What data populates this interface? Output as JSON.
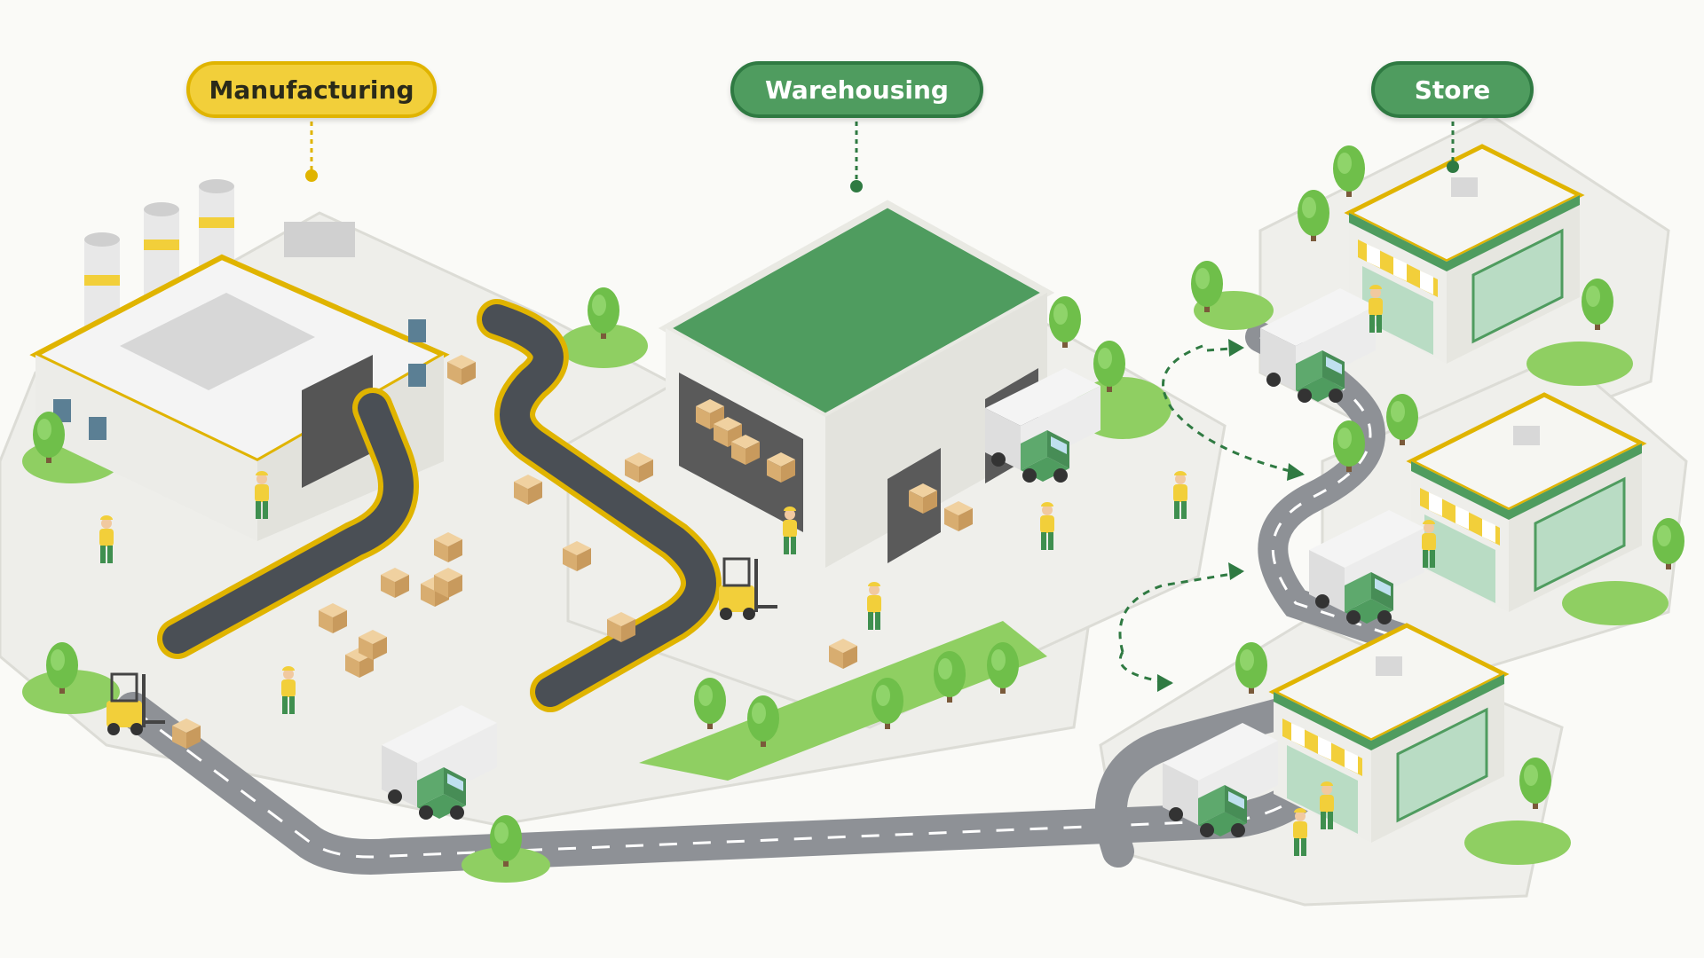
{
  "stages": {
    "manufacturing": {
      "label": "Manufacturing"
    },
    "warehousing": {
      "label": "Warehousing"
    },
    "store": {
      "label": "Store"
    }
  },
  "colors": {
    "manufacturing_accent": "#f2cf3a",
    "warehouse_accent": "#4f9c5f",
    "store_accent": "#4f9c5f",
    "road": "#8e9196",
    "ground": "#eeeeea",
    "grass": "#8fcf62",
    "box": "#e2bb86",
    "truck_cab": "#5ea96d"
  },
  "icons": [
    "factory-icon",
    "warehouse-icon",
    "store-icon",
    "truck-icon",
    "forklift-icon",
    "conveyor-icon",
    "tree-icon",
    "box-icon",
    "worker-icon"
  ]
}
